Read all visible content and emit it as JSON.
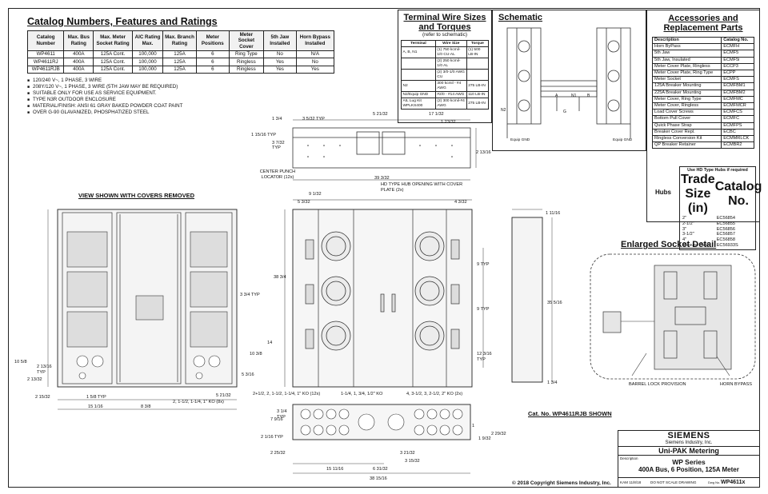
{
  "catalog": {
    "title": "Catalog Numbers, Features and Ratings",
    "headers": [
      "Catalog Number",
      "Max. Bus Rating",
      "Max. Meter Socket Rating",
      "AIC Rating Max.",
      "Max. Branch Rating",
      "Meter Positions",
      "Meter Socket Cover",
      "5th Jaw Installed",
      "Horn Bypass Installed"
    ],
    "rows": [
      [
        "WP4611",
        "400A",
        "125A Cont.",
        "100,000",
        "125A",
        "6",
        "Ring Type",
        "No",
        "N/A"
      ],
      [
        "WP4611RJ",
        "400A",
        "125A Cont.",
        "100,000",
        "125A",
        "6",
        "Ringless",
        "Yes",
        "No"
      ],
      [
        "WP4611RJB",
        "400A",
        "125A Cont.",
        "100,000",
        "125A",
        "6",
        "Ringless",
        "Yes",
        "Yes"
      ]
    ],
    "notes": [
      "120/240 V~, 1 PHASE, 3 WIRE",
      "208Y/120 V~, 1 PHASE, 3 WIRE (5TH JAW MAY BE REQUIRED)",
      "SUITABLE ONLY FOR USE AS SERVICE EQUIPMENT.",
      "TYPE N3R OUTDOOR ENCLOSURE",
      "MATERIAL/FINISH: ANSI 61 GRAY BAKED POWDER COAT PAINT",
      "OVER G-90 GLAVANIZED, PHOSPHATIZED STEEL"
    ]
  },
  "terminal": {
    "title_line1": "Terminal Wire Sizes",
    "title_line2": "and Torques",
    "subtitle": "(refer to schematic)",
    "headers": [
      "Terminal",
      "Wire Size",
      "Torque"
    ],
    "rows": [
      [
        "A, B, N1",
        "(1) 750 kcmil-1/0 CU-AL",
        "(1) 500 LB-IN"
      ],
      [
        "",
        "(2) 250 kcmil-1/0 AL",
        ""
      ],
      [
        "",
        "(2) 3/0-1/0 AWG CU",
        ""
      ],
      [
        "N2",
        "300 kcmil - #4 AWG",
        "275 LB-IN"
      ],
      [
        "N2/Equip GND",
        "#2/0 - #14 AWG",
        "110 LB-IN"
      ],
      [
        "AIL Lug Kit WPLKS400",
        "(2) 300 kcmil-#4 AWG",
        "275 LB-IN"
      ]
    ]
  },
  "schematic": {
    "title": "Schematic",
    "labels": [
      "A",
      "N1",
      "B",
      "N2",
      "G",
      "Equip GND"
    ]
  },
  "accessories": {
    "title_line1": "Accessories and",
    "title_line2": "Replacement Parts",
    "headers": [
      "Description",
      "Catalog No."
    ],
    "rows": [
      [
        "Horn ByPass",
        "ECMFH"
      ],
      [
        "5th Jaw",
        "ECMF5"
      ],
      [
        "5th Jaw, Insulated",
        "ECMF5i"
      ],
      [
        "Meter Cover Plate, Ringless",
        "ECCP3"
      ],
      [
        "Meter Cover Plate, Ring Type",
        "ECPP"
      ],
      [
        "Meter Socket",
        "ECMFS"
      ],
      [
        "125A Breaker Mounting",
        "ECMFBM1"
      ],
      [
        "225A Breaker Mounting",
        "ECMFBM2"
      ],
      [
        "Meter Cover, Ring Type",
        "ECMFMC"
      ],
      [
        "Meter Cover, Ringless",
        "ECMFMCR"
      ],
      [
        "Load Cover Screws",
        "ECMFCS"
      ],
      [
        "Bottom Pull Cover",
        "ECMFC"
      ],
      [
        "Quick Phase Strap",
        "ECMFPS"
      ],
      [
        "Breaker Cover Repl.",
        "ECBC"
      ],
      [
        "Ringless Conversion Kit",
        "ECMMRLCK"
      ],
      [
        "QP Breaker Retainer",
        "ECMBR2"
      ]
    ],
    "hubs_label": "Hubs",
    "hubs_header": "Use HD Type Hubs if required",
    "hubs_cols": [
      "Trade Size (in)",
      "Catalog No."
    ],
    "hubs_rows": [
      [
        "2\"",
        "EC56854"
      ],
      [
        "2-1/2\"",
        "EC56855"
      ],
      [
        "3\"",
        "EC56856"
      ],
      [
        "3-1/2\"",
        "EC56857"
      ],
      [
        "4\"",
        "EC56858"
      ],
      [
        "Closure Plate",
        "EC56933S"
      ]
    ]
  },
  "views": {
    "covers_removed": "VIEW SHOWN WITH COVERS REMOVED",
    "enlarged": "Enlarged Socket Detail",
    "barrel": "BARREL LOCK PROVISION",
    "horn": "HORN BYPASS",
    "center_punch": "CENTER PUNCH LOCATOR (12x)",
    "hub_opening": "HD TYPE HUB OPENING WITH COVER PLATE (2x)",
    "ko_left": "2, 1-1/2, 1-1/4, 1\" KO (8x)",
    "ko_bottom_left": "2+1/2, 2, 1-1/2, 1-1/4, 1\" KO (12x)",
    "ko_center": "1-1/4, 1, 3/4, 1/2\" KO",
    "ko_bottom_right": "4, 3-1/2, 3, 2-1/2, 2\" KO (2x)",
    "cat_shown": "Cat. No. WP4611RJB SHOWN"
  },
  "dims": {
    "top_1_3_4": "1 3/4",
    "top_3_5_32": "3 5/32 TYP",
    "top_5_21_32": "5 21/32",
    "top_17_1_32": "17 1/32",
    "top_1_23_32": "1 23/32",
    "top_1_15_16": "1 15/16 TYP",
    "top_3_7_32": "3 7/32 TYP",
    "top_2_13_16": "2 13/16",
    "top_39_3_32": "39 3/32",
    "f_9_1_32": "9 1/32",
    "f_5_3_32": "5 3/32",
    "f_4_3_32": "4 3/32",
    "f_38_3_4": "38 3/4",
    "f_9typ_a": "9 TYP",
    "f_9typ_b": "9 TYP",
    "f_12_3_16": "12 3/16 TYP",
    "f_14": "14",
    "s_1_11_16": "1 11/16",
    "s_35_5_16": "35 5/16",
    "s_1_3_4": "1 3/4",
    "l_3_3_4": "3 3/4 TYP",
    "l_10_3_8": "10 3/8",
    "l_5_3_16": "5 3/16",
    "l_5_21_32": "5 21/32",
    "l_10_5_8": "10 5/8",
    "l_2_13_16": "2 13/16 TYP",
    "l_2_13_32": "2 13/32",
    "l_2_15_32": "2 15/32",
    "l_1_5_8": "1 5/8 TYP",
    "l_15_1_16": "15 1/16",
    "l_8_3_8": "8 3/8",
    "b_7_9_16": "7 9/16",
    "b_3_1_4": "3 1/4 TYP",
    "b_2_1_16": "2 1/16 TYP",
    "b_2_25_32": "2 25/32",
    "b_3_21_32": "3 21/32",
    "b_3_15_32": "3 15/32",
    "b_6_31_32": "6 31/32",
    "b_15_11_16": "15 11/16",
    "b_38_15_16": "38 15/16",
    "b_2_29_32": "2 29/32",
    "b_1_9_32": "1 9/32",
    "b_1": "1"
  },
  "titleblock": {
    "brand": "SIEMENS",
    "company": "Siemens Industry, Inc.",
    "product": "Uni-PAK Metering",
    "desc_label": "Description",
    "series": "WP Series",
    "spec": "400A Bus, 6 Position, 125A Meter",
    "drawn": "KAM 11/8/18",
    "scale": "DO NOT SCALE DRAWING",
    "dwg_label": "Dwg No.",
    "dwg_no": "WP4611x"
  },
  "copyright": "© 2018 Copyright Siemens Industry, Inc."
}
